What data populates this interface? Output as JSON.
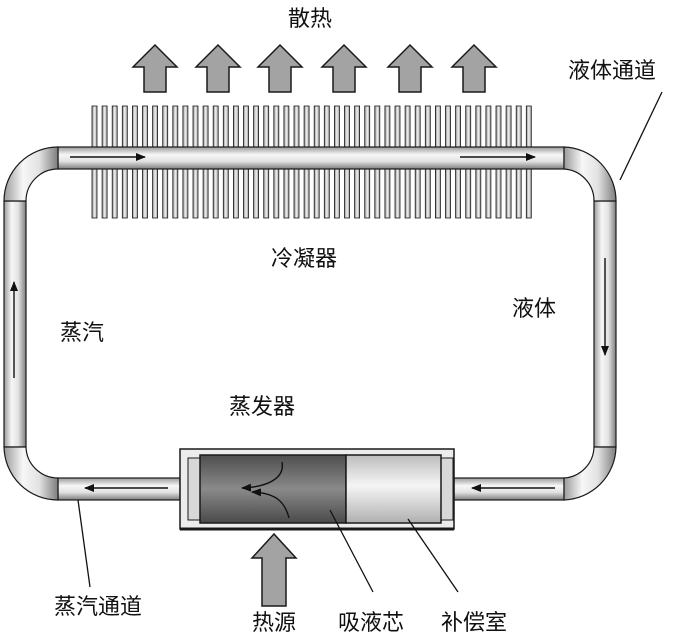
{
  "title": "散热",
  "labels": {
    "condenser": "冷凝器",
    "liquid_line": "液体通道",
    "liquid": "液体",
    "vapor": "蒸汽",
    "evaporator": "蒸发器",
    "vapor_line": "蒸汽通道",
    "heat_source": "热源",
    "wick": "吸液芯",
    "compensation_chamber": "补偿室"
  },
  "colors": {
    "pipe_light": "#f4f4f4",
    "pipe_mid": "#c9c9c9",
    "pipe_dark": "#8a8a8a",
    "heat_arrow": "#a3a3a3",
    "wick": "#6e6e6e",
    "outline": "#1a1a1a"
  },
  "icons": {
    "heat_out_arrows": "up-arrow-icon",
    "heat_in_arrow": "up-arrow-icon"
  },
  "heat_out_arrow_count": 6
}
